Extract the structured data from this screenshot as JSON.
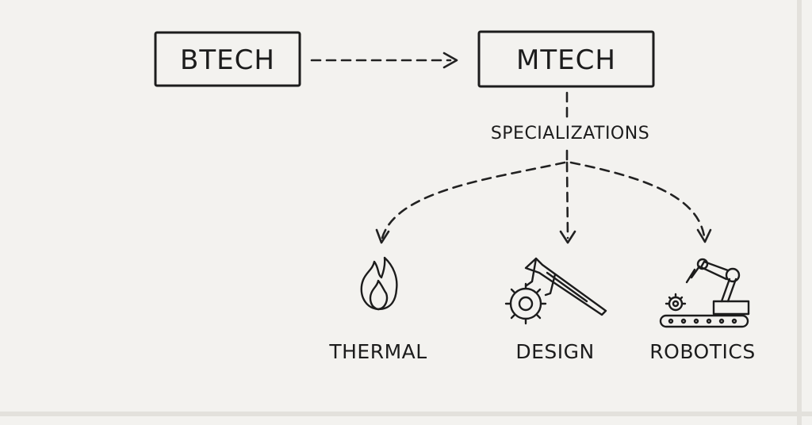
{
  "nodes": {
    "btech": {
      "label": "BTECH"
    },
    "mtech": {
      "label": "MTECH"
    }
  },
  "connector_label": "SPECIALIZATIONS",
  "specializations": [
    {
      "label": "THERMAL",
      "icon": "flame-icon"
    },
    {
      "label": "DESIGN",
      "icon": "caliper-gear-icon"
    },
    {
      "label": "ROBOTICS",
      "icon": "robotic-arm-icon"
    }
  ],
  "colors": {
    "background": "#f3f2ef",
    "ink": "#1c1c1c"
  }
}
